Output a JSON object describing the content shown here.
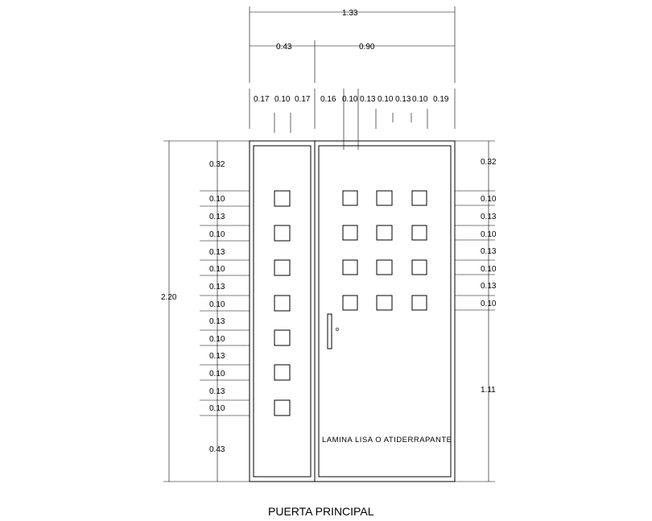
{
  "title": "PUERTA PRINCIPAL",
  "note": "LAMINA LISA O ATIDERRAPANTE",
  "dims_top": {
    "total": "1.33",
    "left_panel": "0.43",
    "right_panel": "0.90",
    "segments": [
      "0.17",
      "0.10",
      "0.17",
      "0.16",
      "0.10",
      "0.13",
      "0.10",
      "0.13",
      "0.10",
      "0.19"
    ]
  },
  "dims_left": {
    "total_height": "2.20",
    "items": [
      "0.32",
      "0.10",
      "0.13",
      "0.10",
      "0.13",
      "0.10",
      "0.13",
      "0.10",
      "0.13",
      "0.10",
      "0.13",
      "0.10",
      "0.13",
      "0.10",
      "0.43"
    ]
  },
  "dims_right": {
    "items": [
      "0.32",
      "0.10",
      "0.13",
      "0.10",
      "0.13",
      "0.10",
      "0.13",
      "0.10",
      "1.11"
    ]
  }
}
